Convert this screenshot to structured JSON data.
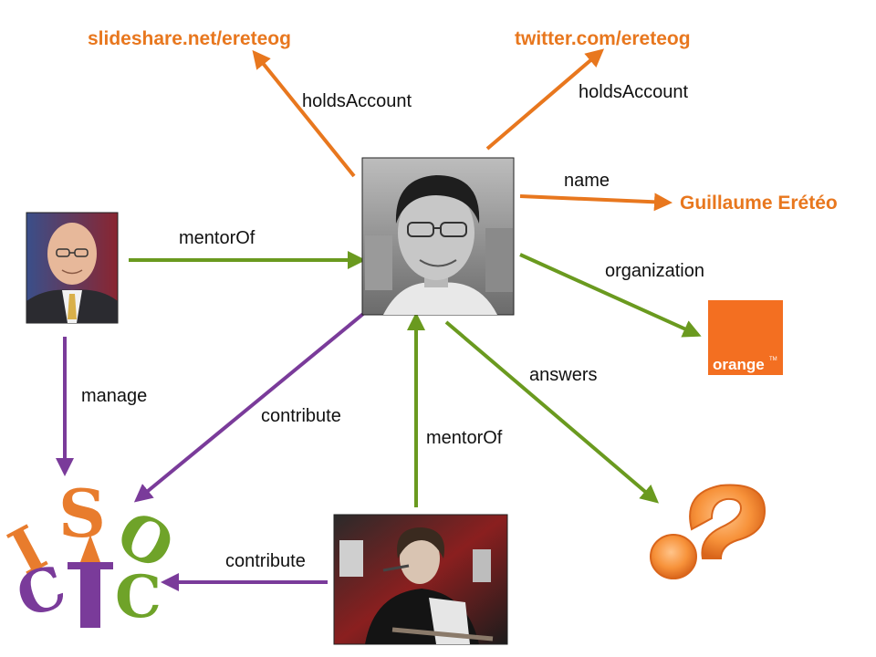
{
  "nodes": {
    "slideshare": "slideshare.net/ereteog",
    "twitter": "twitter.com/ereteog",
    "name_value": "Guillaume Erétéo",
    "orange_logo_text": "orange",
    "orange_logo_tm": "TM"
  },
  "edges": {
    "holds_account_1": "holdsAccount",
    "holds_account_2": "holdsAccount",
    "name": "name",
    "mentor_of_1": "mentorOf",
    "organization": "organization",
    "answers": "answers",
    "manage": "manage",
    "contribute_1": "contribute",
    "mentor_of_2": "mentorOf",
    "contribute_2": "contribute"
  },
  "colors": {
    "orange": "#e8771e",
    "green": "#6a9a1f",
    "purple": "#7a3b9a",
    "question_mark": "#f7923a"
  },
  "icons": {
    "center_photo": "person-glasses-photo",
    "left_photo": "person-suit-photo",
    "bottom_photo": "person-guitar-photo",
    "orange_logo": "orange-logo-icon",
    "question": "question-mark-icon",
    "sioc": "sioc-logo-icon"
  }
}
